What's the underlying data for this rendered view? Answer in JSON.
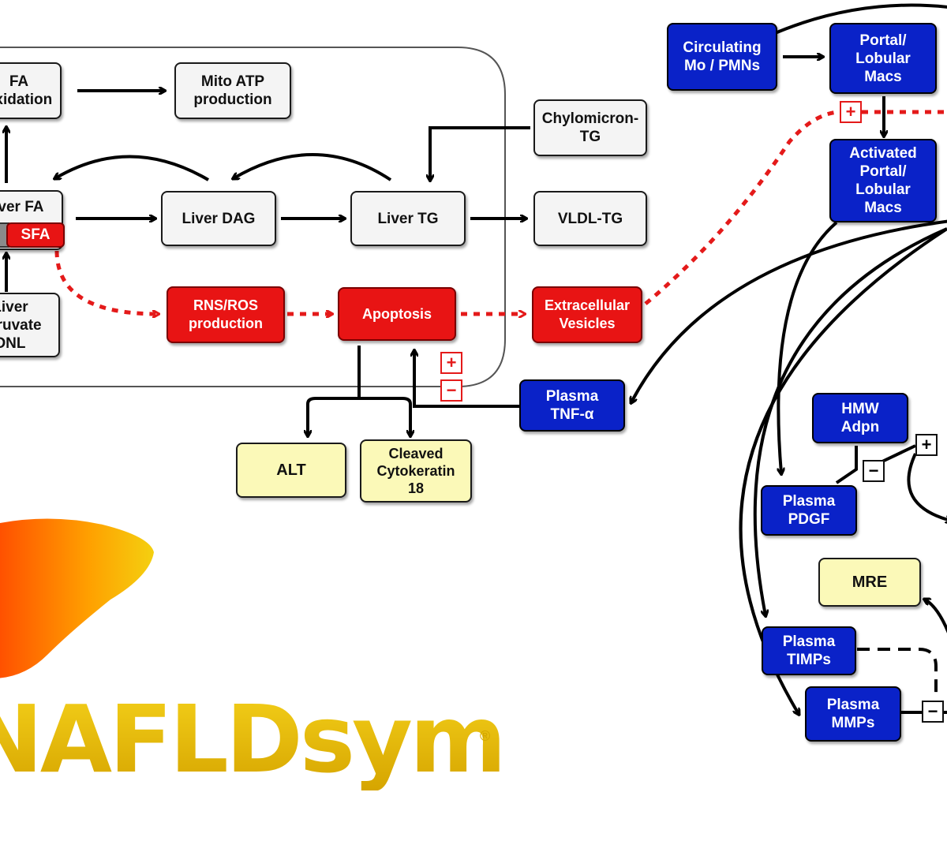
{
  "nodes": {
    "fa_oxidation": "FA\noxidation",
    "mito_atp": "Mito ATP\nproduction",
    "chylomicron_tg": "Chylomicron-\nTG",
    "liver_fa": "Liver FA",
    "sfa": "SFA",
    "liver_dag": "Liver DAG",
    "liver_tg": "Liver TG",
    "vldl_tg": "VLDL-TG",
    "liver_pyruvate_dnl": "Liver\npyruvate\nDNL",
    "rns_ros": "RNS/ROS\nproduction",
    "apoptosis": "Apoptosis",
    "extracellular_vesicles": "Extracellular\nVesicles",
    "alt": "ALT",
    "cleaved_ck18": "Cleaved\nCytokeratin\n18",
    "plasma_tnf": "Plasma\nTNF-α",
    "circulating_mo": "Circulating\nMo / PMNs",
    "portal_macs": "Portal/\nLobular\nMacs",
    "activated_macs": "Activated\nPortal/\nLobular\nMacs",
    "hmw_adpn": "HMW\nAdpn",
    "plasma_pdgf": "Plasma\nPDGF",
    "mre": "MRE",
    "plasma_timps": "Plasma\nTIMPs",
    "plasma_mmps": "Plasma\nMMPs"
  },
  "signs": {
    "plus": "+",
    "minus": "−"
  },
  "logo": {
    "text": "NAFLDsym",
    "registered": "®"
  },
  "colors": {
    "red": "#e81414",
    "blue": "#0a22c8",
    "yellow": "#fbf9b8",
    "logo_gold": "#e0b000",
    "logo_orange": "#ff6a00"
  }
}
